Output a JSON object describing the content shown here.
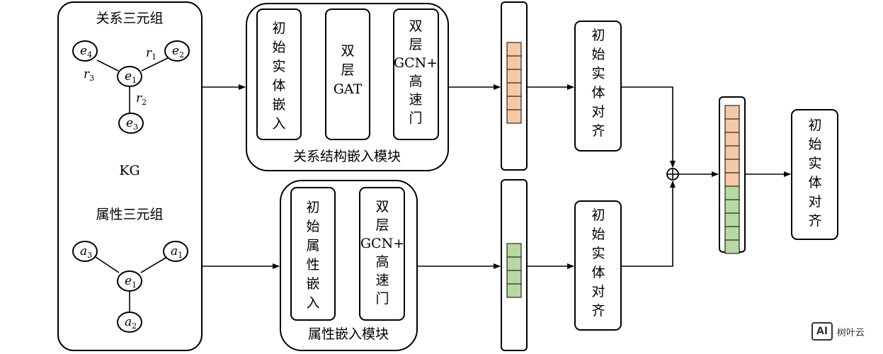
{
  "kg": {
    "relation_title": "关系三元组",
    "kg_label": "KG",
    "attribute_title": "属性三元组",
    "relation_graph": {
      "center": "e1",
      "nodes": [
        "e4",
        "e2",
        "e3"
      ],
      "edges": [
        "r1",
        "r3",
        "r2"
      ]
    },
    "attribute_graph": {
      "center": "e1",
      "nodes": [
        "a3",
        "a1",
        "a2"
      ]
    }
  },
  "relation_module": {
    "title": "关系结构嵌入模块",
    "blocks": [
      {
        "lines": [
          "初",
          "始",
          "实",
          "体",
          "嵌",
          "入"
        ]
      },
      {
        "lines": [
          "双",
          "层",
          "GAT"
        ]
      },
      {
        "lines": [
          "双",
          "层",
          "GCN+",
          "高",
          "速",
          "门"
        ]
      }
    ]
  },
  "attribute_module": {
    "title": "属性嵌入模块",
    "blocks": [
      {
        "lines": [
          "初",
          "始",
          "属",
          "性",
          "嵌",
          "入"
        ]
      },
      {
        "lines": [
          "双",
          "层",
          "GCN+",
          "高",
          "速",
          "门"
        ]
      }
    ]
  },
  "align_top": [
    "初",
    "始",
    "实",
    "体",
    "对",
    "齐"
  ],
  "align_bottom": [
    "初",
    "始",
    "实",
    "体",
    "对",
    "齐"
  ],
  "align_final": [
    "初",
    "始",
    "实",
    "体",
    "对",
    "齐"
  ],
  "concat_symbol": "⊕",
  "vectors": {
    "relation_cells": 6,
    "attribute_cells": 4,
    "merged_orange": 6,
    "merged_green": 5
  },
  "colors": {
    "orange_cell": "#f6c8a6",
    "green_cell": "#b9d9a2"
  },
  "watermark": {
    "badge": "AI",
    "text": "树叶云"
  }
}
